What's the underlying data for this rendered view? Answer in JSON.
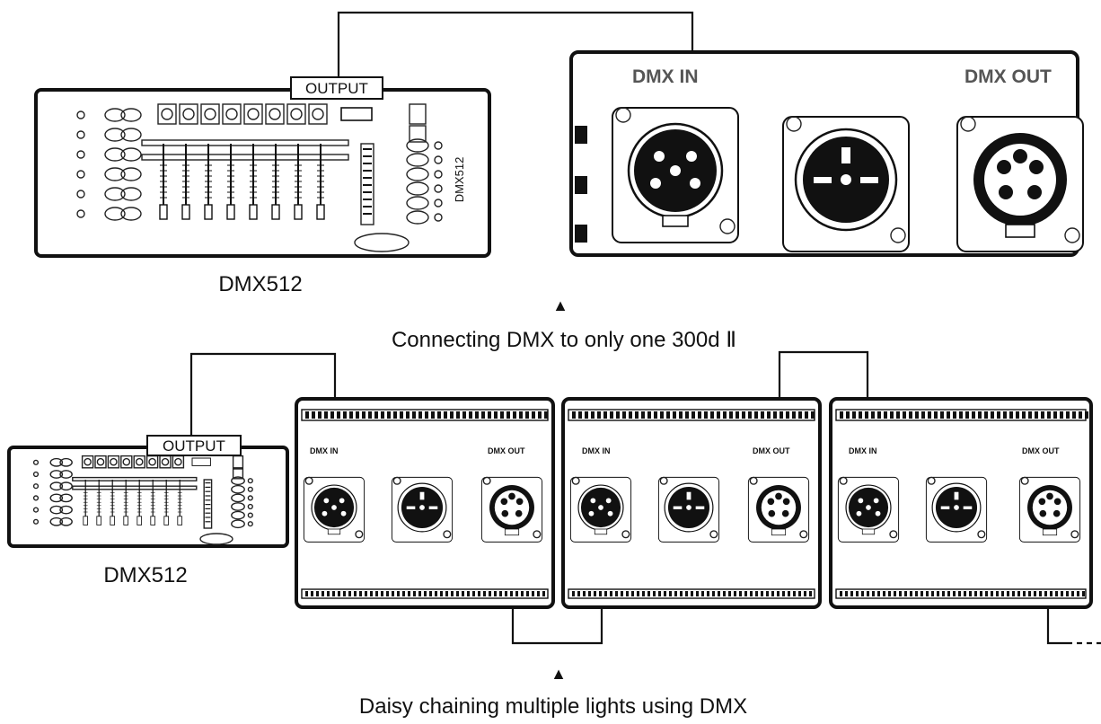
{
  "top_diagram": {
    "controller_label": "DMX512",
    "output_badge": "OUTPUT",
    "controller_side_text": "DMX512",
    "port_in_label": "DMX IN",
    "port_out_label": "DMX OUT",
    "caption_marker": "▲",
    "caption": "Connecting DMX to only one 300d Ⅱ"
  },
  "bottom_diagram": {
    "controller_label": "DMX512",
    "output_badge": "OUTPUT",
    "fixtures": [
      {
        "in_label": "DMX IN",
        "out_label": "DMX OUT"
      },
      {
        "in_label": "DMX IN",
        "out_label": "DMX OUT"
      },
      {
        "in_label": "DMX IN",
        "out_label": "DMX OUT"
      }
    ],
    "caption_marker": "▲",
    "caption": "Daisy chaining multiple lights using DMX"
  }
}
